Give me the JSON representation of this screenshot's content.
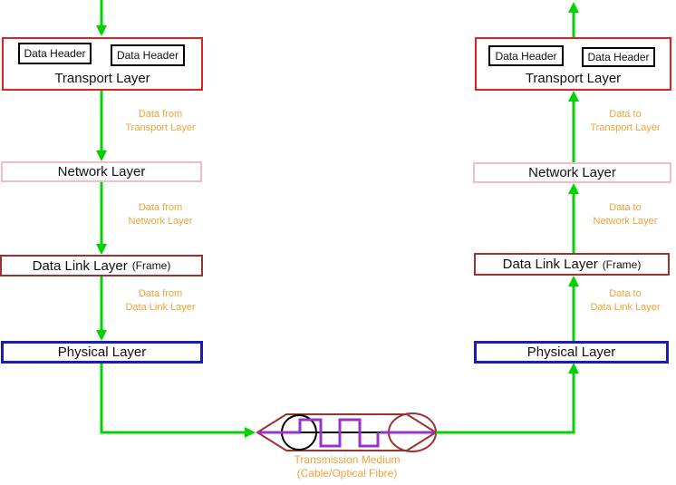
{
  "colors": {
    "arrow_green": "#00d400",
    "transport_red": "#dd2222",
    "network_pink": "#f2bdc8",
    "datalink_maroon": "#9c3232",
    "physical_blue": "#1c1cb4",
    "annotation_orange": "#eea43c",
    "signal_purple": "#9933cc",
    "header_border_black": "#000000"
  },
  "left": {
    "transport": {
      "label": "Transport Layer",
      "headers": [
        "Data Header",
        "Data Header"
      ]
    },
    "network": {
      "label": "Network Layer"
    },
    "datalink": {
      "label": "Data Link Layer",
      "suffix": "(Frame)"
    },
    "physical": {
      "label": "Physical Layer"
    },
    "annotations": [
      {
        "line1": "Data from",
        "line2": "Transport Layer"
      },
      {
        "line1": "Data from",
        "line2": "Network Layer"
      },
      {
        "line1": "Data from",
        "line2": "Data Link Layer"
      }
    ]
  },
  "right": {
    "transport": {
      "label": "Transport Layer",
      "headers": [
        "Data Header",
        "Data Header"
      ]
    },
    "network": {
      "label": "Network Layer"
    },
    "datalink": {
      "label": "Data Link Layer",
      "suffix": "(Frame)"
    },
    "physical": {
      "label": "Physical Layer"
    },
    "annotations": [
      {
        "line1": "Data to",
        "line2": "Transport Layer"
      },
      {
        "line1": "Data to",
        "line2": "Network Layer"
      },
      {
        "line1": "Data to",
        "line2": "Data Link Layer"
      }
    ]
  },
  "medium": {
    "label_line1": "Transmission Medium",
    "label_line2": "(Cable/Optical Fibre)"
  }
}
